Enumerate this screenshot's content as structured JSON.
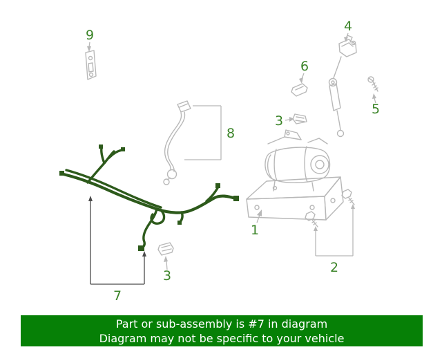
{
  "colors": {
    "highlight_green": "#2d5a1b",
    "callout_green": "#3b8428",
    "part_gray": "#b8b8b8",
    "banner_green": "#068006",
    "banner_text": "#ffffff"
  },
  "callouts": [
    {
      "label": "9"
    },
    {
      "label": "4"
    },
    {
      "label": "6"
    },
    {
      "label": "5"
    },
    {
      "label": "3"
    },
    {
      "label": "8"
    },
    {
      "label": "1"
    },
    {
      "label": "2"
    },
    {
      "label": "3"
    },
    {
      "label": "7"
    }
  ],
  "banner": {
    "line1": "Part or sub-assembly is #7 in diagram",
    "line2": "Diagram may not be specific to your vehicle"
  }
}
